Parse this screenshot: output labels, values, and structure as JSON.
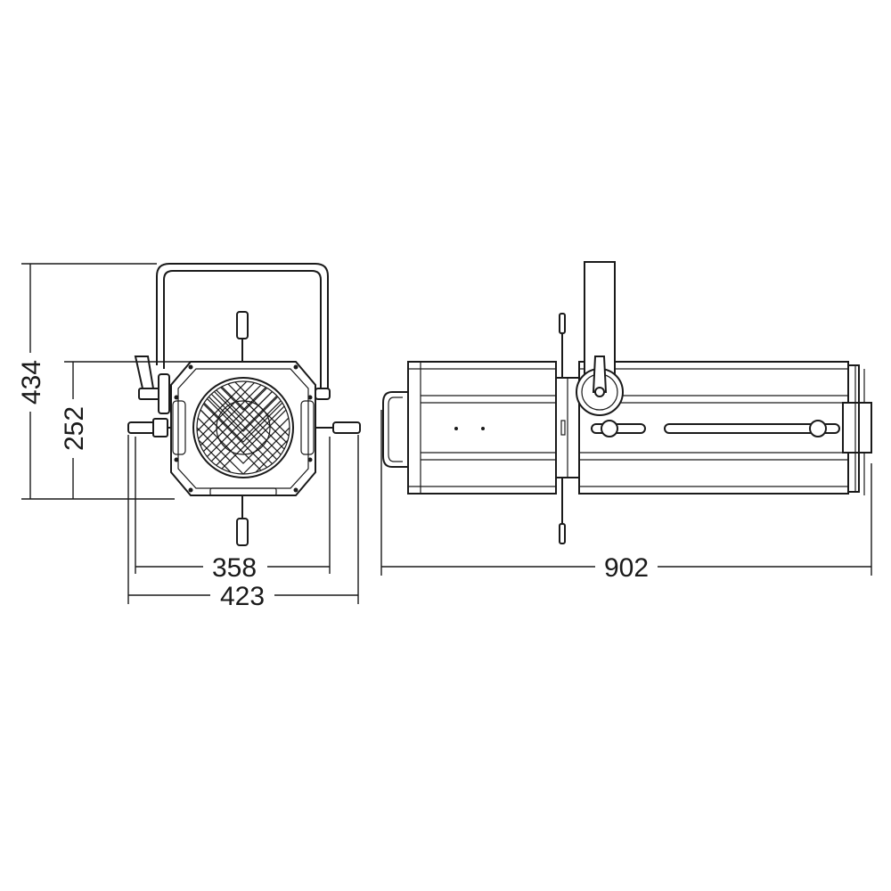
{
  "dimensions": {
    "total_height": "434",
    "body_height": "252",
    "body_width": "358",
    "total_width": "423",
    "length": "902"
  }
}
